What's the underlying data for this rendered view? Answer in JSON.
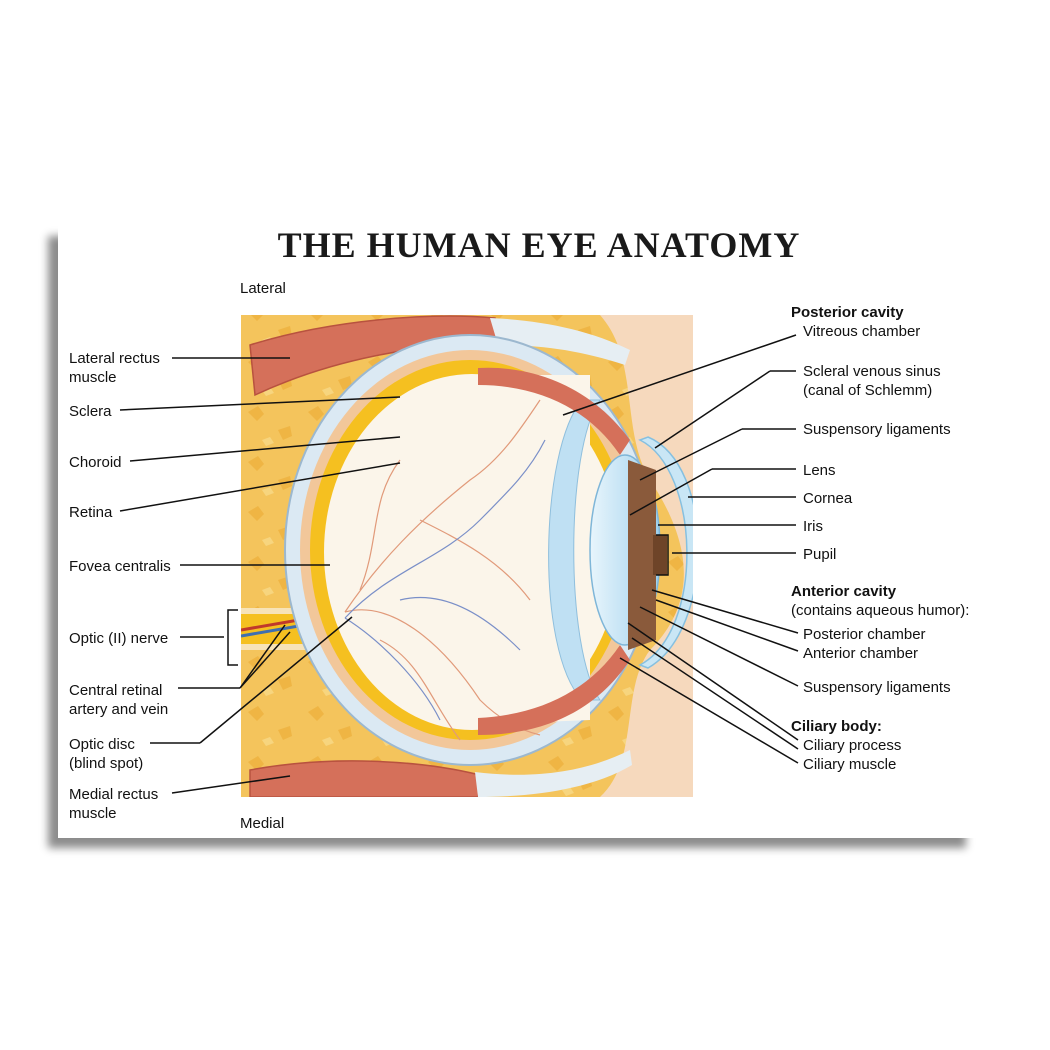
{
  "title": "THE HUMAN EYE ANATOMY",
  "orientation": {
    "top": "Lateral",
    "bottom": "Medial"
  },
  "left_labels": {
    "lateral_rectus": [
      "Lateral rectus",
      "muscle"
    ],
    "sclera": "Sclera",
    "choroid": "Choroid",
    "retina": "Retina",
    "fovea": "Fovea centralis",
    "optic_nerve": "Optic (II) nerve",
    "central_retinal": [
      "Central retinal",
      "artery and vein"
    ],
    "optic_disc": [
      "Optic disc",
      "(blind spot)"
    ],
    "medial_rectus": [
      "Medial rectus",
      "muscle"
    ]
  },
  "right_labels": {
    "posterior_cavity": "Posterior cavity",
    "vitreous": "Vitreous chamber",
    "scleral_sinus": [
      "Scleral venous sinus",
      "(canal of Schlemm)"
    ],
    "suspensory_top": "Suspensory ligaments",
    "lens": "Lens",
    "cornea": "Cornea",
    "iris": "Iris",
    "pupil": "Pupil",
    "anterior_cavity": "Anterior cavity",
    "aqueous": "(contains aqueous humor):",
    "posterior_chamber": "Posterior chamber",
    "anterior_chamber": "Anterior chamber",
    "suspensory_bottom": "Suspensory ligaments",
    "ciliary_body": "Ciliary body:",
    "ciliary_process": "Ciliary process",
    "ciliary_muscle": "Ciliary muscle"
  },
  "colors": {
    "fat": "#f4c45c",
    "muscle": "#d5705a",
    "sclera": "#dbe9f3",
    "choroid": "#f2c79a",
    "retina": "#f5c020",
    "vitreous": "#fbf5ea",
    "lens": "#a9d6ee",
    "iris": "#8a5a3b",
    "skin": "#f6d9bd"
  }
}
